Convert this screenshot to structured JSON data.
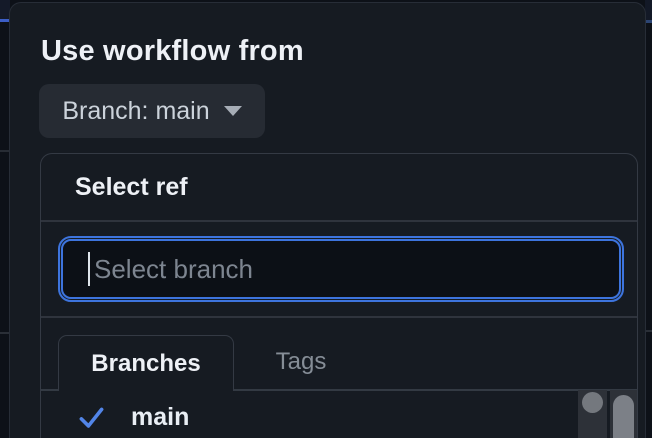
{
  "dropdown": {
    "title": "Use workflow from",
    "branch_button": {
      "label": "Branch: main",
      "caret_icon": "triangle-down"
    },
    "ref_panel": {
      "header": "Select ref",
      "search": {
        "value": "",
        "placeholder": "Select branch"
      },
      "tabs": [
        {
          "label": "Branches",
          "active": true
        },
        {
          "label": "Tags",
          "active": false
        }
      ],
      "list": [
        {
          "label": "main",
          "selected": true,
          "icon": "check-icon"
        }
      ]
    }
  },
  "colors": {
    "modal_background": "#161b22",
    "panel_border": "#343a44",
    "button_background": "#262b33",
    "focus_blue": "#3d74dd",
    "check_blue": "#5285e8",
    "text_primary": "#eef1f6",
    "text_muted": "#858d96",
    "placeholder": "#7d8590",
    "input_background": "#0c1016",
    "scroll_track": "#2d3138",
    "scroll_thumb": "#7c8087",
    "page_background": "#0d1118",
    "edge_blue_line": "#3c5ec6"
  }
}
